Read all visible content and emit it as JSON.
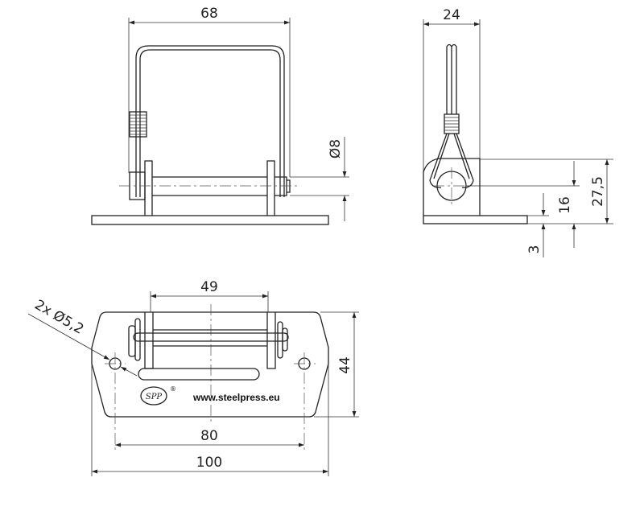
{
  "front_view": {
    "width_dim": "68",
    "pin_diameter_dim": "Ø8"
  },
  "side_view": {
    "depth_dim": "24",
    "height_dim": "27,5",
    "pin_height_dim": "16",
    "plate_thickness_dim": "3"
  },
  "top_view": {
    "bracket_gap_dim": "49",
    "hole_callout": "2x Ø5,2",
    "plate_depth_dim": "44",
    "hole_spacing_dim": "80",
    "plate_length_dim": "100",
    "website": "www.steelpress.eu",
    "logo_text": "SPP",
    "registered_mark": "®"
  }
}
